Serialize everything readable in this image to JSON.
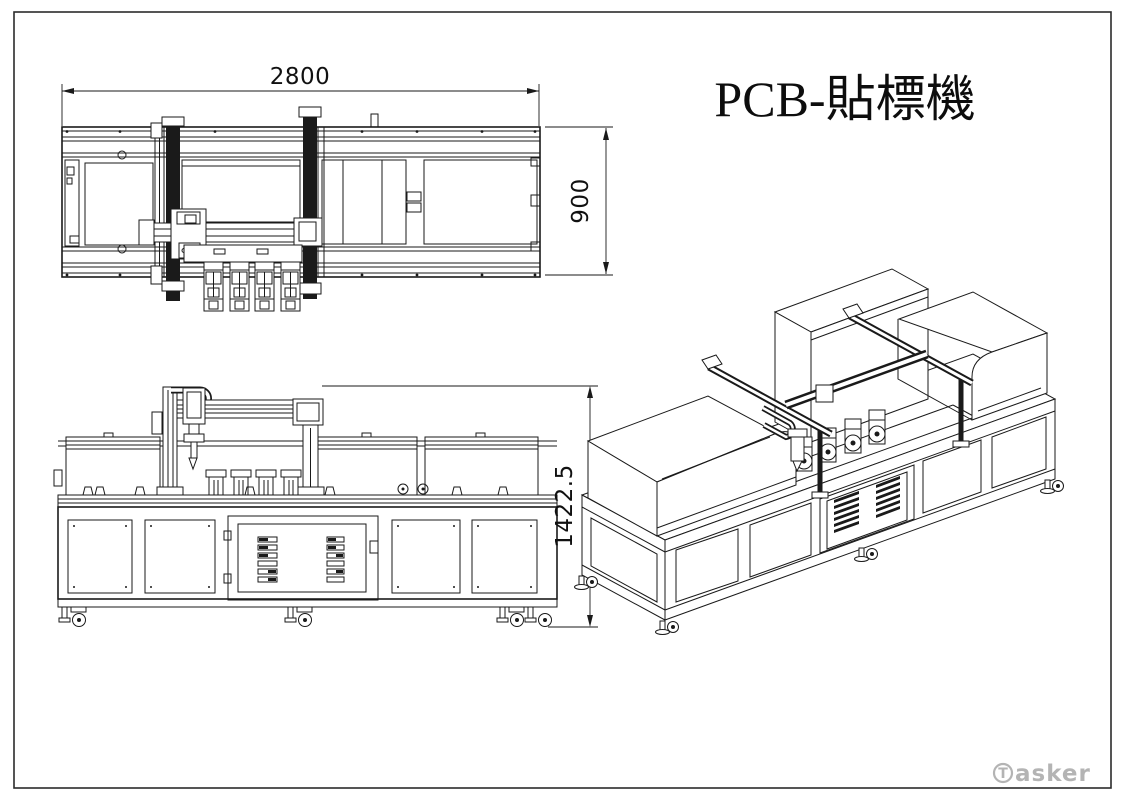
{
  "page": {
    "background": "#ffffff",
    "frame_color": "#2b2b2b",
    "line_color": "#1a1a1a"
  },
  "title": {
    "text": "PCB-貼標機"
  },
  "drawing": {
    "dimensions": {
      "length": {
        "value": "2800"
      },
      "depth": {
        "value": "900"
      },
      "height": {
        "value": "1422.5"
      }
    }
  },
  "watermark": {
    "logo_letter": "T",
    "text": "asker",
    "color": "#b4b4b4"
  }
}
